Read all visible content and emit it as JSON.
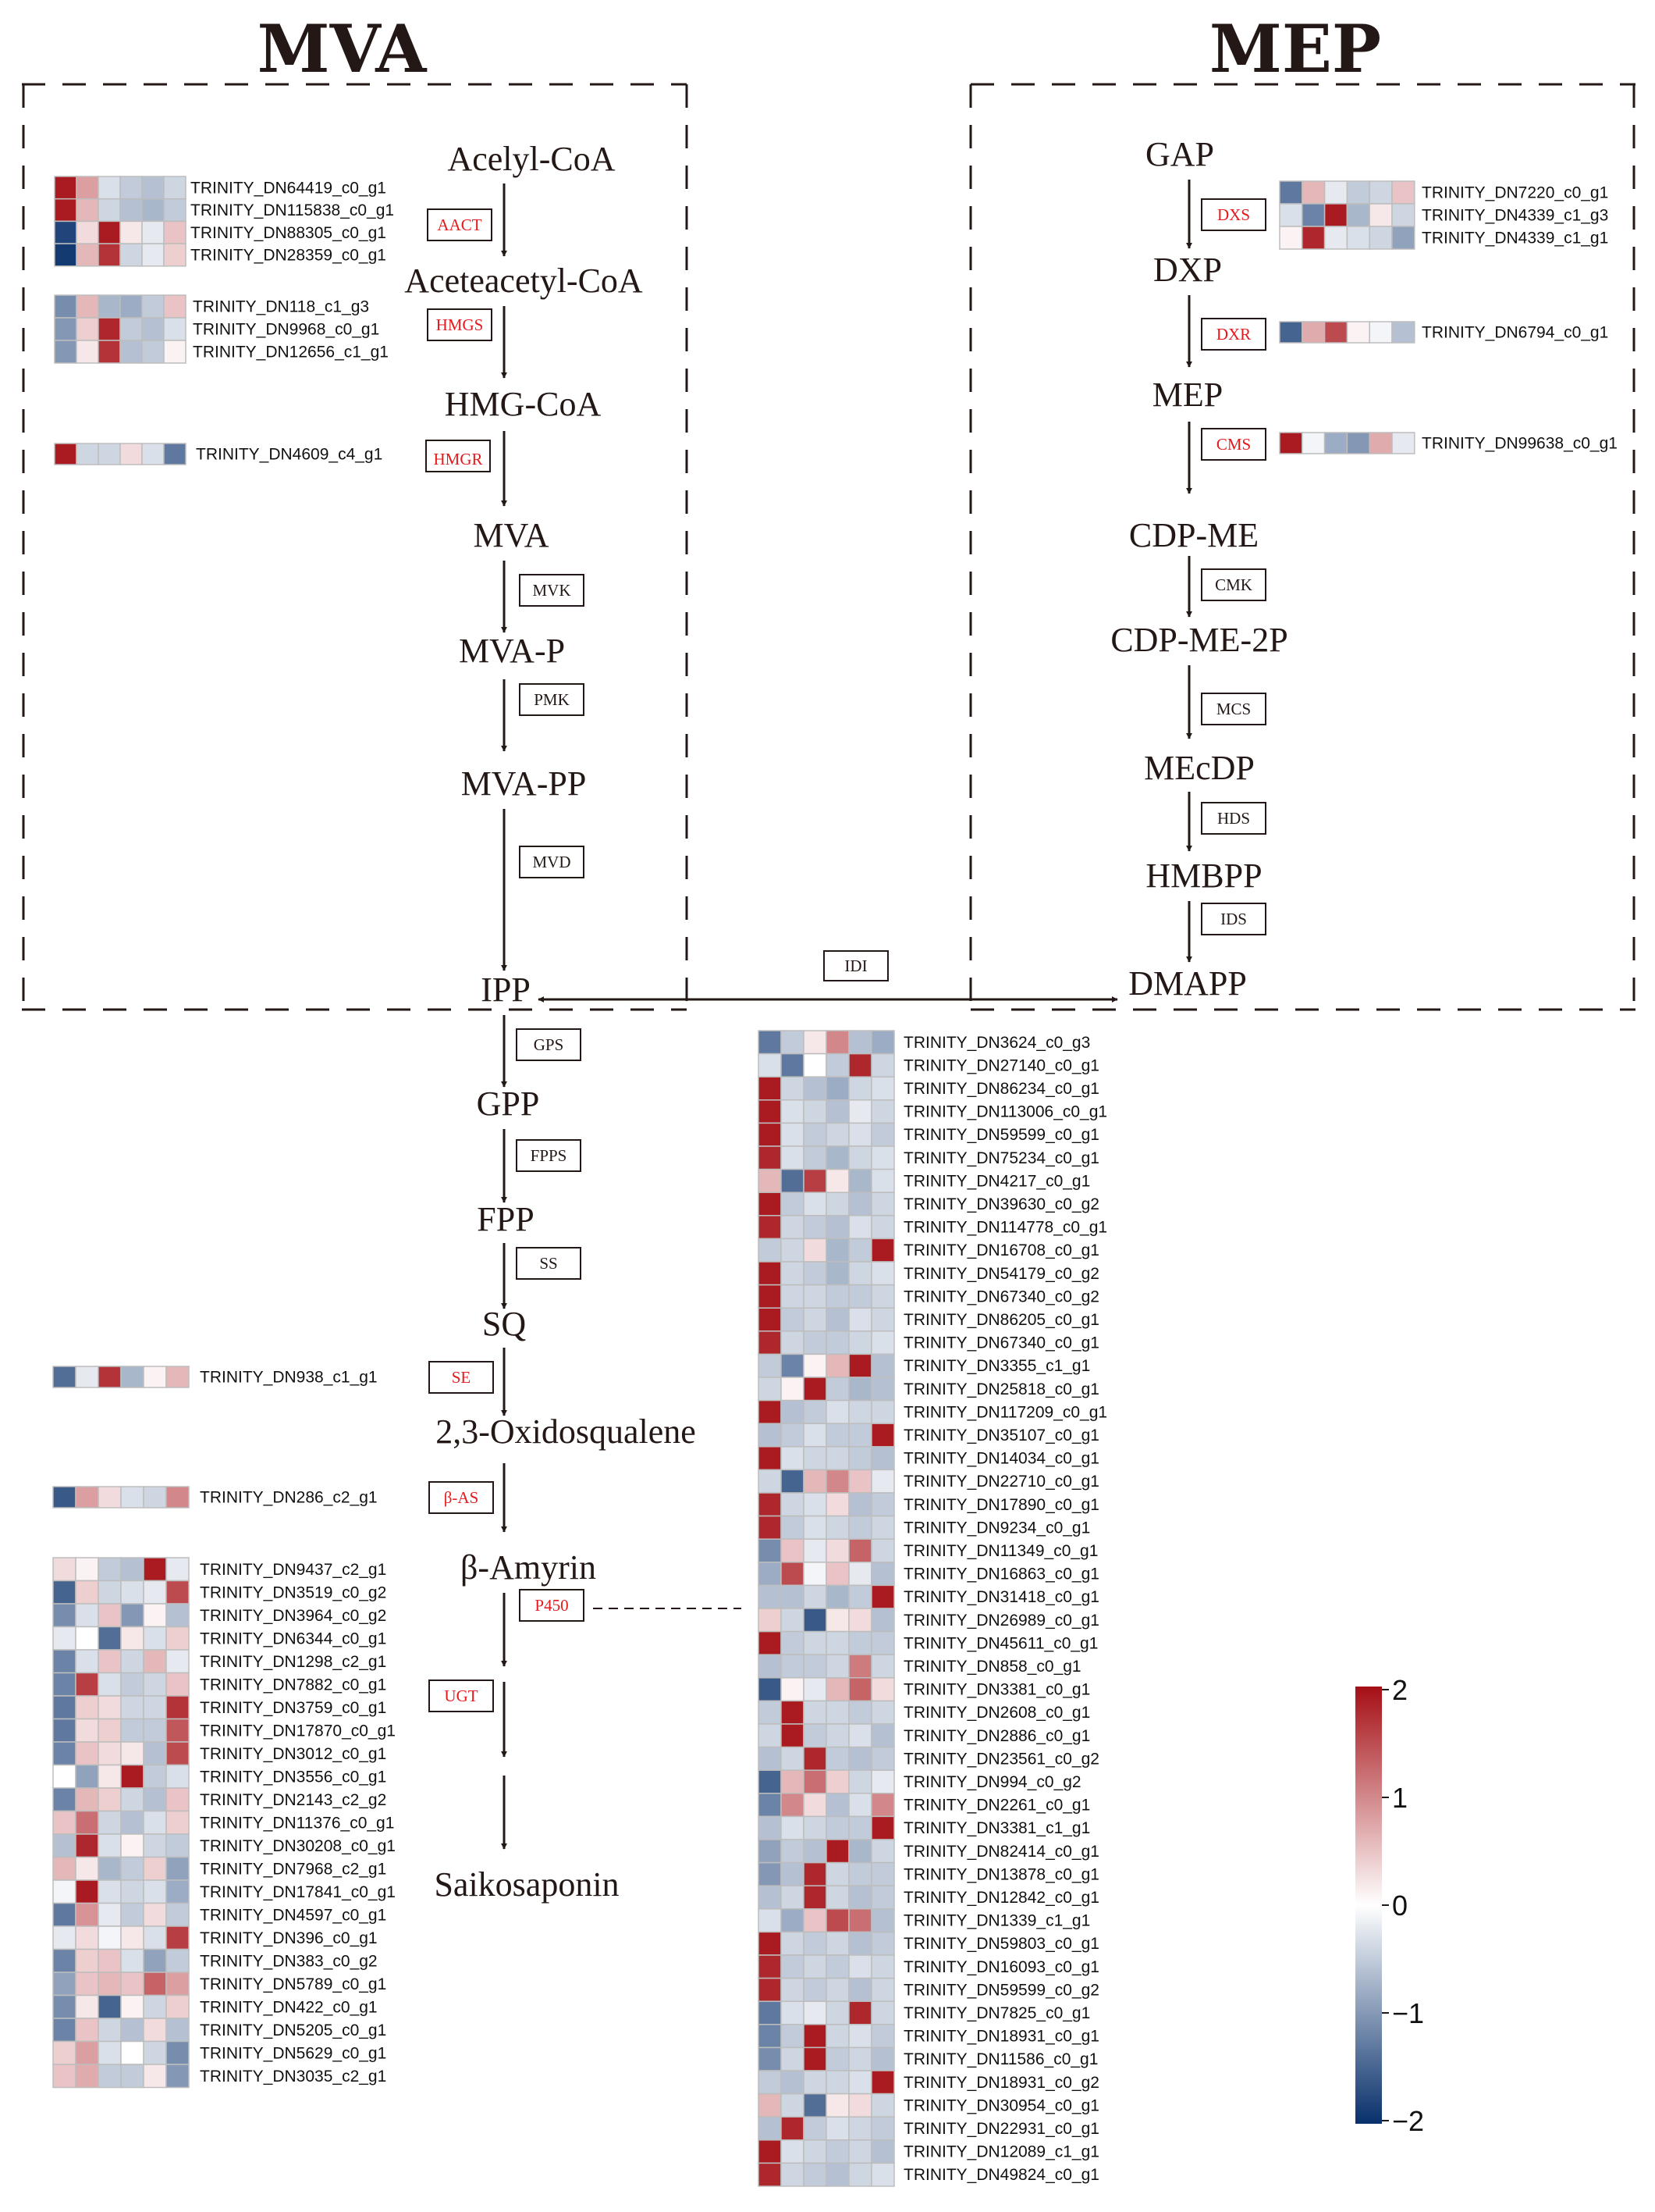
{
  "titles": {
    "mva": "MVA",
    "mep": "MEP"
  },
  "colors": {
    "high": "#a50f15",
    "mid": "#ffffff",
    "low": "#08306b",
    "cell_border": "#bdbdbd",
    "enzyme_red": "#e41a1c",
    "enzyme_black": "#231815",
    "line": "#231815"
  },
  "mva_pathway": {
    "metabolites": [
      "Acelyl-CoA",
      "Aceteacetyl-CoA",
      "HMG-CoA",
      "MVA",
      "MVA-P",
      "MVA-PP",
      "IPP",
      "GPP",
      "FPP",
      "SQ",
      "2,3-Oxidosqualene",
      "β-Amyrin",
      "Saikosaponin"
    ],
    "enzymes": [
      {
        "label": "AACT",
        "highlighted": true
      },
      {
        "label": "HMGS",
        "highlighted": true
      },
      {
        "label": "HMGR",
        "highlighted": true
      },
      {
        "label": "MVK",
        "highlighted": false
      },
      {
        "label": "PMK",
        "highlighted": false
      },
      {
        "label": "MVD",
        "highlighted": false
      },
      {
        "label": "GPS",
        "highlighted": false
      },
      {
        "label": "FPPS",
        "highlighted": false
      },
      {
        "label": "SS",
        "highlighted": false
      },
      {
        "label": "SE",
        "highlighted": true
      },
      {
        "label": "β-AS",
        "highlighted": true
      },
      {
        "label": "P450",
        "highlighted": true
      },
      {
        "label": "UGT",
        "highlighted": true
      }
    ]
  },
  "mep_pathway": {
    "metabolites": [
      "GAP",
      "DXP",
      "MEP",
      "CDP-ME",
      "CDP-ME-2P",
      "MEcDP",
      "HMBPP",
      "DMAPP"
    ],
    "enzymes": [
      {
        "label": "DXS",
        "highlighted": true
      },
      {
        "label": "DXR",
        "highlighted": true
      },
      {
        "label": "CMS",
        "highlighted": true
      },
      {
        "label": "CMK",
        "highlighted": false
      },
      {
        "label": "MCS",
        "highlighted": false
      },
      {
        "label": "HDS",
        "highlighted": false
      },
      {
        "label": "IDS",
        "highlighted": false
      }
    ]
  },
  "idi_label": "IDI",
  "heatmaps": [
    {
      "id": "aact",
      "genes": [
        "TRINITY_DN64419_c0_g1",
        "TRINITY_DN115838_c0_g1",
        "TRINITY_DN88305_c0_g1",
        "TRINITY_DN28359_c0_g1"
      ],
      "values": [
        [
          1.9,
          0.8,
          -0.3,
          -0.5,
          -0.6,
          -0.4
        ],
        [
          1.9,
          0.6,
          -0.4,
          -0.6,
          -0.7,
          -0.5
        ],
        [
          -1.8,
          0.3,
          1.9,
          0.2,
          -0.2,
          0.5
        ],
        [
          -1.9,
          0.6,
          1.7,
          -0.4,
          -0.2,
          0.4
        ]
      ]
    },
    {
      "id": "hmgs",
      "genes": [
        "TRINITY_DN118_c1_g3",
        "TRINITY_DN9968_c0_g1",
        "TRINITY_DN12656_c1_g1"
      ],
      "values": [
        [
          -1.1,
          0.6,
          -0.7,
          -0.8,
          -0.5,
          0.5
        ],
        [
          -1.0,
          0.4,
          1.8,
          -0.5,
          -0.6,
          -0.3
        ],
        [
          -1.0,
          0.2,
          1.7,
          -0.6,
          -0.5,
          0.1
        ]
      ]
    },
    {
      "id": "hmgr",
      "genes": [
        "TRINITY_DN4609_c4_g1"
      ],
      "values": [
        [
          1.9,
          -0.4,
          -0.4,
          0.3,
          -0.3,
          -1.3
        ]
      ]
    },
    {
      "id": "dxs",
      "genes": [
        "TRINITY_DN7220_c0_g1",
        "TRINITY_DN4339_c1_g3",
        "TRINITY_DN4339_c1_g1"
      ],
      "values": [
        [
          -1.3,
          0.6,
          -0.2,
          -0.5,
          -0.4,
          0.5
        ],
        [
          -0.3,
          -1.2,
          1.9,
          -0.7,
          0.2,
          -0.4
        ],
        [
          0.1,
          1.8,
          -0.2,
          -0.3,
          -0.4,
          -0.9
        ]
      ]
    },
    {
      "id": "dxr",
      "genes": [
        "TRINITY_DN6794_c0_g1"
      ],
      "values": [
        [
          -1.5,
          0.7,
          1.5,
          0.1,
          -0.1,
          -0.6
        ]
      ]
    },
    {
      "id": "cms",
      "genes": [
        "TRINITY_DN99638_c0_g1"
      ],
      "values": [
        [
          1.9,
          -0.1,
          -0.8,
          -1.0,
          0.7,
          -0.2
        ]
      ]
    },
    {
      "id": "se",
      "genes": [
        "TRINITY_DN938_c1_g1"
      ],
      "values": [
        [
          -1.4,
          -0.2,
          1.7,
          -0.7,
          0.1,
          0.6
        ]
      ]
    },
    {
      "id": "bas",
      "genes": [
        "TRINITY_DN286_c2_g1"
      ],
      "values": [
        [
          -1.6,
          0.8,
          0.3,
          -0.3,
          -0.4,
          1.0
        ]
      ]
    },
    {
      "id": "ugt",
      "genes": [
        "TRINITY_DN9437_c2_g1",
        "TRINITY_DN3519_c0_g2",
        "TRINITY_DN3964_c0_g2",
        "TRINITY_DN6344_c0_g1",
        "TRINITY_DN1298_c2_g1",
        "TRINITY_DN7882_c0_g1",
        "TRINITY_DN3759_c0_g1",
        "TRINITY_DN17870_c0_g1",
        "TRINITY_DN3012_c0_g1",
        "TRINITY_DN3556_c0_g1",
        "TRINITY_DN2143_c2_g2",
        "TRINITY_DN11376_c0_g1",
        "TRINITY_DN30208_c0_g1",
        "TRINITY_DN7968_c2_g1",
        "TRINITY_DN17841_c0_g1",
        "TRINITY_DN4597_c0_g1",
        "TRINITY_DN396_c0_g1",
        "TRINITY_DN383_c0_g2",
        "TRINITY_DN5789_c0_g1",
        "TRINITY_DN422_c0_g1",
        "TRINITY_DN5205_c0_g1",
        "TRINITY_DN5629_c0_g1",
        "TRINITY_DN3035_c2_g1"
      ],
      "values": [
        [
          0.3,
          0.1,
          -0.5,
          -0.6,
          1.9,
          -0.2
        ],
        [
          -1.5,
          0.4,
          -0.4,
          -0.3,
          -0.2,
          1.5
        ],
        [
          -1.1,
          -0.3,
          0.5,
          -1.0,
          0.1,
          -0.6
        ],
        [
          -0.2,
          0.0,
          -1.4,
          0.2,
          -0.3,
          0.4
        ],
        [
          -1.2,
          -0.3,
          0.5,
          -0.4,
          0.6,
          -0.2
        ],
        [
          -1.2,
          1.6,
          -0.3,
          -0.5,
          -0.4,
          0.5
        ],
        [
          -1.3,
          0.4,
          0.3,
          -0.4,
          -0.4,
          1.7
        ],
        [
          -1.3,
          0.3,
          0.4,
          -0.5,
          -0.5,
          1.4
        ],
        [
          -1.2,
          0.5,
          0.3,
          0.2,
          -0.6,
          1.5
        ],
        [
          0.0,
          -0.9,
          0.2,
          1.9,
          -0.5,
          -0.3
        ],
        [
          -1.2,
          0.6,
          0.4,
          -0.4,
          -0.6,
          0.5
        ],
        [
          0.5,
          1.2,
          -0.4,
          -0.6,
          -0.3,
          0.4
        ],
        [
          -0.6,
          1.8,
          -0.3,
          0.1,
          -0.4,
          -0.5
        ],
        [
          0.6,
          0.2,
          -0.7,
          -0.5,
          0.4,
          -0.9
        ],
        [
          -0.1,
          1.9,
          -0.3,
          -0.4,
          -0.3,
          -0.8
        ],
        [
          -1.3,
          0.9,
          -0.2,
          -0.5,
          0.3,
          -0.5
        ],
        [
          -0.2,
          0.3,
          -0.1,
          0.2,
          -0.3,
          1.6
        ],
        [
          -1.2,
          0.4,
          0.5,
          -0.3,
          -0.9,
          -0.5
        ],
        [
          -0.9,
          0.5,
          0.6,
          0.5,
          1.3,
          0.8
        ],
        [
          -1.1,
          0.2,
          -1.5,
          0.1,
          -0.4,
          0.4
        ],
        [
          -1.2,
          0.5,
          -0.4,
          -0.6,
          0.3,
          -0.6
        ],
        [
          0.4,
          0.8,
          -0.3,
          0.0,
          -0.4,
          -1.1
        ],
        [
          0.5,
          0.7,
          -0.5,
          -0.5,
          0.2,
          -1.0
        ]
      ]
    },
    {
      "id": "p450",
      "genes": [
        "TRINITY_DN3624_c0_g3",
        "TRINITY_DN27140_c0_g1",
        "TRINITY_DN86234_c0_g1",
        "TRINITY_DN113006_c0_g1",
        "TRINITY_DN59599_c0_g1",
        "TRINITY_DN75234_c0_g1",
        "TRINITY_DN4217_c0_g1",
        "TRINITY_DN39630_c0_g2",
        "TRINITY_DN114778_c0_g1",
        "TRINITY_DN16708_c0_g1",
        "TRINITY_DN54179_c0_g2",
        "TRINITY_DN67340_c0_g2",
        "TRINITY_DN86205_c0_g1",
        "TRINITY_DN67340_c0_g1",
        "TRINITY_DN3355_c1_g1",
        "TRINITY_DN25818_c0_g1",
        "TRINITY_DN117209_c0_g1",
        "TRINITY_DN35107_c0_g1",
        "TRINITY_DN14034_c0_g1",
        "TRINITY_DN22710_c0_g1",
        "TRINITY_DN17890_c0_g1",
        "TRINITY_DN9234_c0_g1",
        "TRINITY_DN11349_c0_g1",
        "TRINITY_DN16863_c0_g1",
        "TRINITY_DN31418_c0_g1",
        "TRINITY_DN26989_c0_g1",
        "TRINITY_DN45611_c0_g1",
        "TRINITY_DN858_c0_g1",
        "TRINITY_DN3381_c0_g1",
        "TRINITY_DN2608_c0_g1",
        "TRINITY_DN2886_c0_g1",
        "TRINITY_DN23561_c0_g2",
        "TRINITY_DN994_c0_g2",
        "TRINITY_DN2261_c0_g1",
        "TRINITY_DN3381_c1_g1",
        "TRINITY_DN82414_c0_g1",
        "TRINITY_DN13878_c0_g1",
        "TRINITY_DN12842_c0_g1",
        "TRINITY_DN1339_c1_g1",
        "TRINITY_DN59803_c0_g1",
        "TRINITY_DN16093_c0_g1",
        "TRINITY_DN59599_c0_g2",
        "TRINITY_DN7825_c0_g1",
        "TRINITY_DN18931_c0_g1",
        "TRINITY_DN11586_c0_g1",
        "TRINITY_DN18931_c0_g2",
        "TRINITY_DN30954_c0_g1",
        "TRINITY_DN22931_c0_g1",
        "TRINITY_DN12089_c1_g1",
        "TRINITY_DN49824_c0_g1"
      ],
      "values": [
        [
          -1.3,
          -0.5,
          0.2,
          1.0,
          -0.6,
          -0.8
        ],
        [
          -0.3,
          -1.3,
          0.0,
          -0.5,
          1.8,
          -0.4
        ],
        [
          1.9,
          -0.4,
          -0.6,
          -0.8,
          -0.4,
          -0.3
        ],
        [
          1.9,
          -0.3,
          -0.4,
          -0.6,
          -0.2,
          -0.4
        ],
        [
          1.9,
          -0.3,
          -0.5,
          -0.4,
          -0.3,
          -0.5
        ],
        [
          1.8,
          -0.3,
          -0.5,
          -0.7,
          -0.4,
          -0.3
        ],
        [
          0.6,
          -1.4,
          1.6,
          0.2,
          -0.7,
          -0.3
        ],
        [
          1.9,
          -0.5,
          -0.3,
          -0.4,
          -0.6,
          -0.4
        ],
        [
          1.8,
          -0.4,
          -0.5,
          -0.6,
          -0.3,
          -0.4
        ],
        [
          -0.5,
          -0.4,
          0.3,
          -0.7,
          -0.5,
          1.9
        ],
        [
          1.9,
          -0.4,
          -0.5,
          -0.7,
          -0.4,
          -0.3
        ],
        [
          1.9,
          -0.4,
          -0.4,
          -0.5,
          -0.5,
          -0.4
        ],
        [
          1.9,
          -0.5,
          -0.4,
          -0.6,
          -0.3,
          -0.4
        ],
        [
          1.8,
          -0.4,
          -0.5,
          -0.5,
          -0.4,
          -0.3
        ],
        [
          -0.5,
          -1.2,
          0.1,
          0.6,
          1.9,
          -0.6
        ],
        [
          -0.4,
          0.1,
          1.9,
          -0.5,
          -0.7,
          -0.6
        ],
        [
          1.9,
          -0.6,
          -0.5,
          -0.3,
          -0.4,
          -0.4
        ],
        [
          -0.6,
          -0.5,
          -0.3,
          -0.5,
          -0.5,
          1.9
        ],
        [
          1.9,
          -0.3,
          -0.4,
          -0.4,
          -0.5,
          -0.6
        ],
        [
          -0.4,
          -1.5,
          0.6,
          1.0,
          0.5,
          -0.2
        ],
        [
          1.8,
          -0.4,
          -0.3,
          0.3,
          -0.6,
          -0.5
        ],
        [
          1.8,
          -0.5,
          -0.3,
          -0.4,
          -0.5,
          -0.4
        ],
        [
          -1.1,
          0.5,
          -0.2,
          0.3,
          1.3,
          -0.4
        ],
        [
          -0.8,
          1.5,
          -0.1,
          0.5,
          -0.2,
          -0.6
        ],
        [
          -0.6,
          -0.6,
          -0.4,
          -0.7,
          -0.5,
          1.9
        ],
        [
          0.4,
          -0.4,
          -1.6,
          0.2,
          0.3,
          -0.6
        ],
        [
          1.9,
          -0.5,
          -0.4,
          -0.4,
          -0.5,
          -0.5
        ],
        [
          -0.6,
          -0.5,
          -0.5,
          -0.4,
          1.1,
          -0.4
        ],
        [
          -1.6,
          0.1,
          -0.2,
          0.6,
          1.3,
          0.3
        ],
        [
          -0.5,
          1.9,
          -0.4,
          -0.4,
          -0.5,
          -0.4
        ],
        [
          -0.4,
          1.9,
          -0.5,
          -0.4,
          -0.3,
          -0.6
        ],
        [
          -0.6,
          -0.4,
          1.8,
          -0.5,
          -0.6,
          -0.5
        ],
        [
          -1.5,
          0.6,
          1.2,
          0.4,
          -0.4,
          -0.2
        ],
        [
          -1.2,
          1.0,
          0.3,
          -0.6,
          -0.3,
          1.0
        ],
        [
          -0.6,
          -0.3,
          -0.4,
          -0.5,
          -0.5,
          1.9
        ],
        [
          -0.9,
          -0.5,
          -0.6,
          1.9,
          -0.7,
          -0.4
        ],
        [
          -1.0,
          -0.6,
          1.8,
          -0.4,
          -0.5,
          -0.5
        ],
        [
          -0.6,
          -0.4,
          1.8,
          -0.4,
          -0.6,
          -0.5
        ],
        [
          -0.3,
          -0.8,
          0.5,
          1.5,
          1.2,
          -0.6
        ],
        [
          1.9,
          -0.4,
          -0.5,
          -0.4,
          -0.6,
          -0.5
        ],
        [
          1.8,
          -0.5,
          -0.4,
          -0.5,
          -0.3,
          -0.4
        ],
        [
          1.8,
          -0.4,
          -0.5,
          -0.4,
          -0.6,
          -0.4
        ],
        [
          -1.3,
          -0.3,
          -0.2,
          -0.4,
          1.8,
          -0.4
        ],
        [
          -1.2,
          -0.5,
          1.9,
          -0.4,
          -0.3,
          -0.5
        ],
        [
          -1.1,
          -0.4,
          1.9,
          -0.5,
          -0.4,
          -0.6
        ],
        [
          -0.5,
          -0.6,
          -0.4,
          -0.4,
          -0.3,
          1.9
        ],
        [
          0.6,
          -0.4,
          -1.4,
          0.2,
          0.3,
          -0.4
        ],
        [
          -0.6,
          1.8,
          -0.5,
          -0.3,
          -0.4,
          -0.5
        ],
        [
          1.9,
          -0.3,
          -0.4,
          -0.5,
          -0.4,
          -0.6
        ],
        [
          1.8,
          -0.4,
          -0.5,
          -0.6,
          -0.4,
          -0.3
        ]
      ]
    }
  ],
  "legend": {
    "max": 2,
    "min": -2,
    "ticks": [
      "2",
      "1",
      "0",
      "−1",
      "−2"
    ]
  }
}
